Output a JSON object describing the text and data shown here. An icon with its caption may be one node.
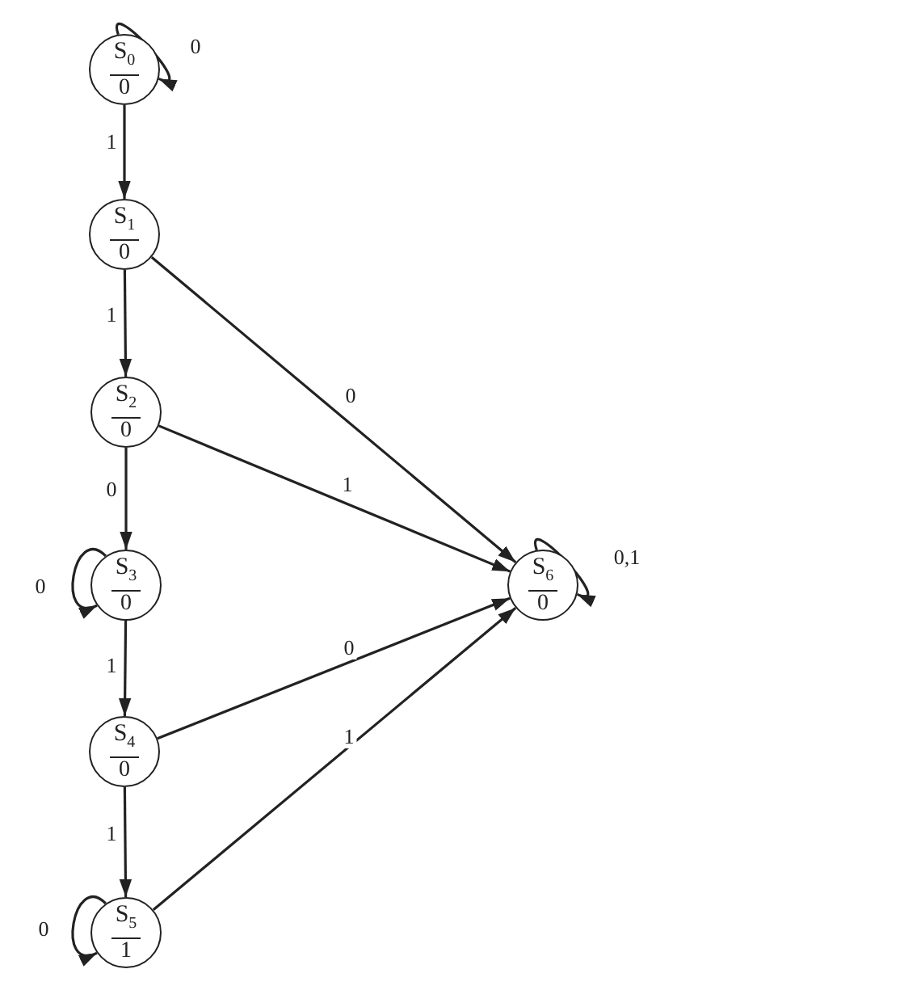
{
  "diagram": {
    "nodes": [
      {
        "text": [
          "S$_{0}$",
          "0"
        ]
      },
      {
        "text": [
          "S$_{1}$",
          "0"
        ]
      },
      {
        "text": [
          "S$_{2}$",
          "0"
        ]
      },
      {
        "text": [
          "S$_{3}$",
          "0"
        ]
      },
      {
        "text": [
          "S$_{4}$",
          "0"
        ]
      },
      {
        "text": [
          "S$_{5}$",
          "1"
        ]
      },
      {
        "text": [
          "S$_{6}$",
          "0"
        ]
      }
    ],
    "edges": [
      {
        "from": 0,
        "to": 0,
        "arrow": "to",
        "label": "0"
      },
      {
        "from": 0,
        "to": 1,
        "arrow": "to",
        "label": "1"
      },
      {
        "from": 1,
        "to": 2,
        "arrow": "to",
        "label": "1"
      },
      {
        "from": 1,
        "to": 6,
        "arrow": "to",
        "label": "0"
      },
      {
        "from": 2,
        "to": 3,
        "arrow": "to",
        "label": "0"
      },
      {
        "from": 2,
        "to": 6,
        "arrow": "to",
        "label": "1"
      },
      {
        "from": 3,
        "to": 3,
        "arrow": "to",
        "label": "0"
      },
      {
        "from": 3,
        "to": 4,
        "arrow": "to",
        "label": "1"
      },
      {
        "from": 4,
        "to": 6,
        "arrow": "to",
        "label": "0"
      },
      {
        "from": 4,
        "to": 5,
        "arrow": "to",
        "label": "1"
      },
      {
        "from": 5,
        "to": 5,
        "arrow": "to",
        "label": "0"
      },
      {
        "from": 5,
        "to": 6,
        "arrow": "to",
        "label": "1"
      },
      {
        "from": 6,
        "to": 6,
        "arrow": "to",
        "label": "0,1"
      }
    ]
  }
}
